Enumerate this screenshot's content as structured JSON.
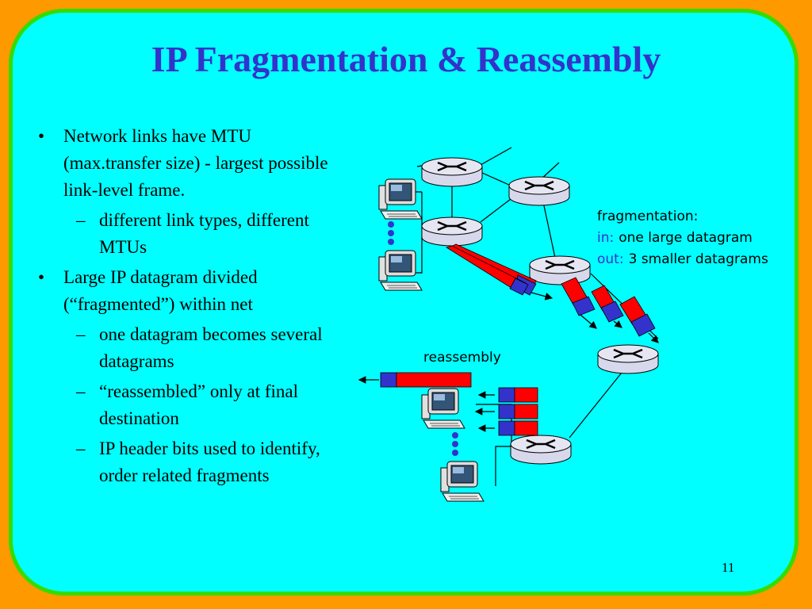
{
  "title": "IP Fragmentation & Reassembly",
  "bullets": [
    {
      "level": 1,
      "text": "Network links have MTU (max.transfer size) - largest possible link-level frame."
    },
    {
      "level": 2,
      "text": "different link types, different MTUs"
    },
    {
      "level": 1,
      "text": "Large IP datagram divided (“fragmented”) within net"
    },
    {
      "level": 2,
      "text": "one datagram becomes several datagrams"
    },
    {
      "level": 2,
      "text": "“reassembled” only at final destination"
    },
    {
      "level": 2,
      "text": "IP header bits used to identify, order related fragments"
    }
  ],
  "diagram": {
    "fragmentation_label": "fragmentation:",
    "in_prefix": "in:",
    "in_text": "one large datagram",
    "out_prefix": "out:",
    "out_text": "3 smaller datagrams",
    "reassembly_label": "reassembly",
    "colors": {
      "header": "#3333CC",
      "payload": "#FF0000",
      "router": "#D8D8EC",
      "accent_text": "#3333CC"
    },
    "icons": [
      "router-icon",
      "computer-icon",
      "ellipsis-dots"
    ]
  },
  "page_number": "11"
}
